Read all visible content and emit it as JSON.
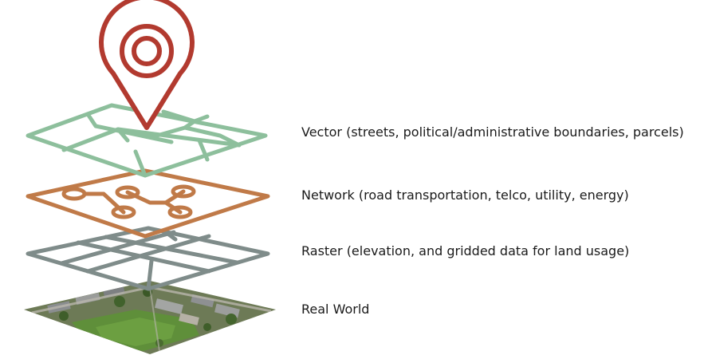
{
  "colors": {
    "vector": "#8dbf9c",
    "network": "#c07a48",
    "raster": "#7f8c8a",
    "pin": "#b23a2f",
    "text": "#1a1a1a"
  },
  "layers": [
    {
      "id": "vector",
      "label": "Vector (streets, political/administrative boundaries, parcels)"
    },
    {
      "id": "network",
      "label": "Network (road transportation, telco, utility, energy)"
    },
    {
      "id": "raster",
      "label": "Raster (elevation, and gridded data for land usage)"
    },
    {
      "id": "real",
      "label": "Real World"
    }
  ],
  "icons": {
    "pin": "location-pin-icon"
  }
}
